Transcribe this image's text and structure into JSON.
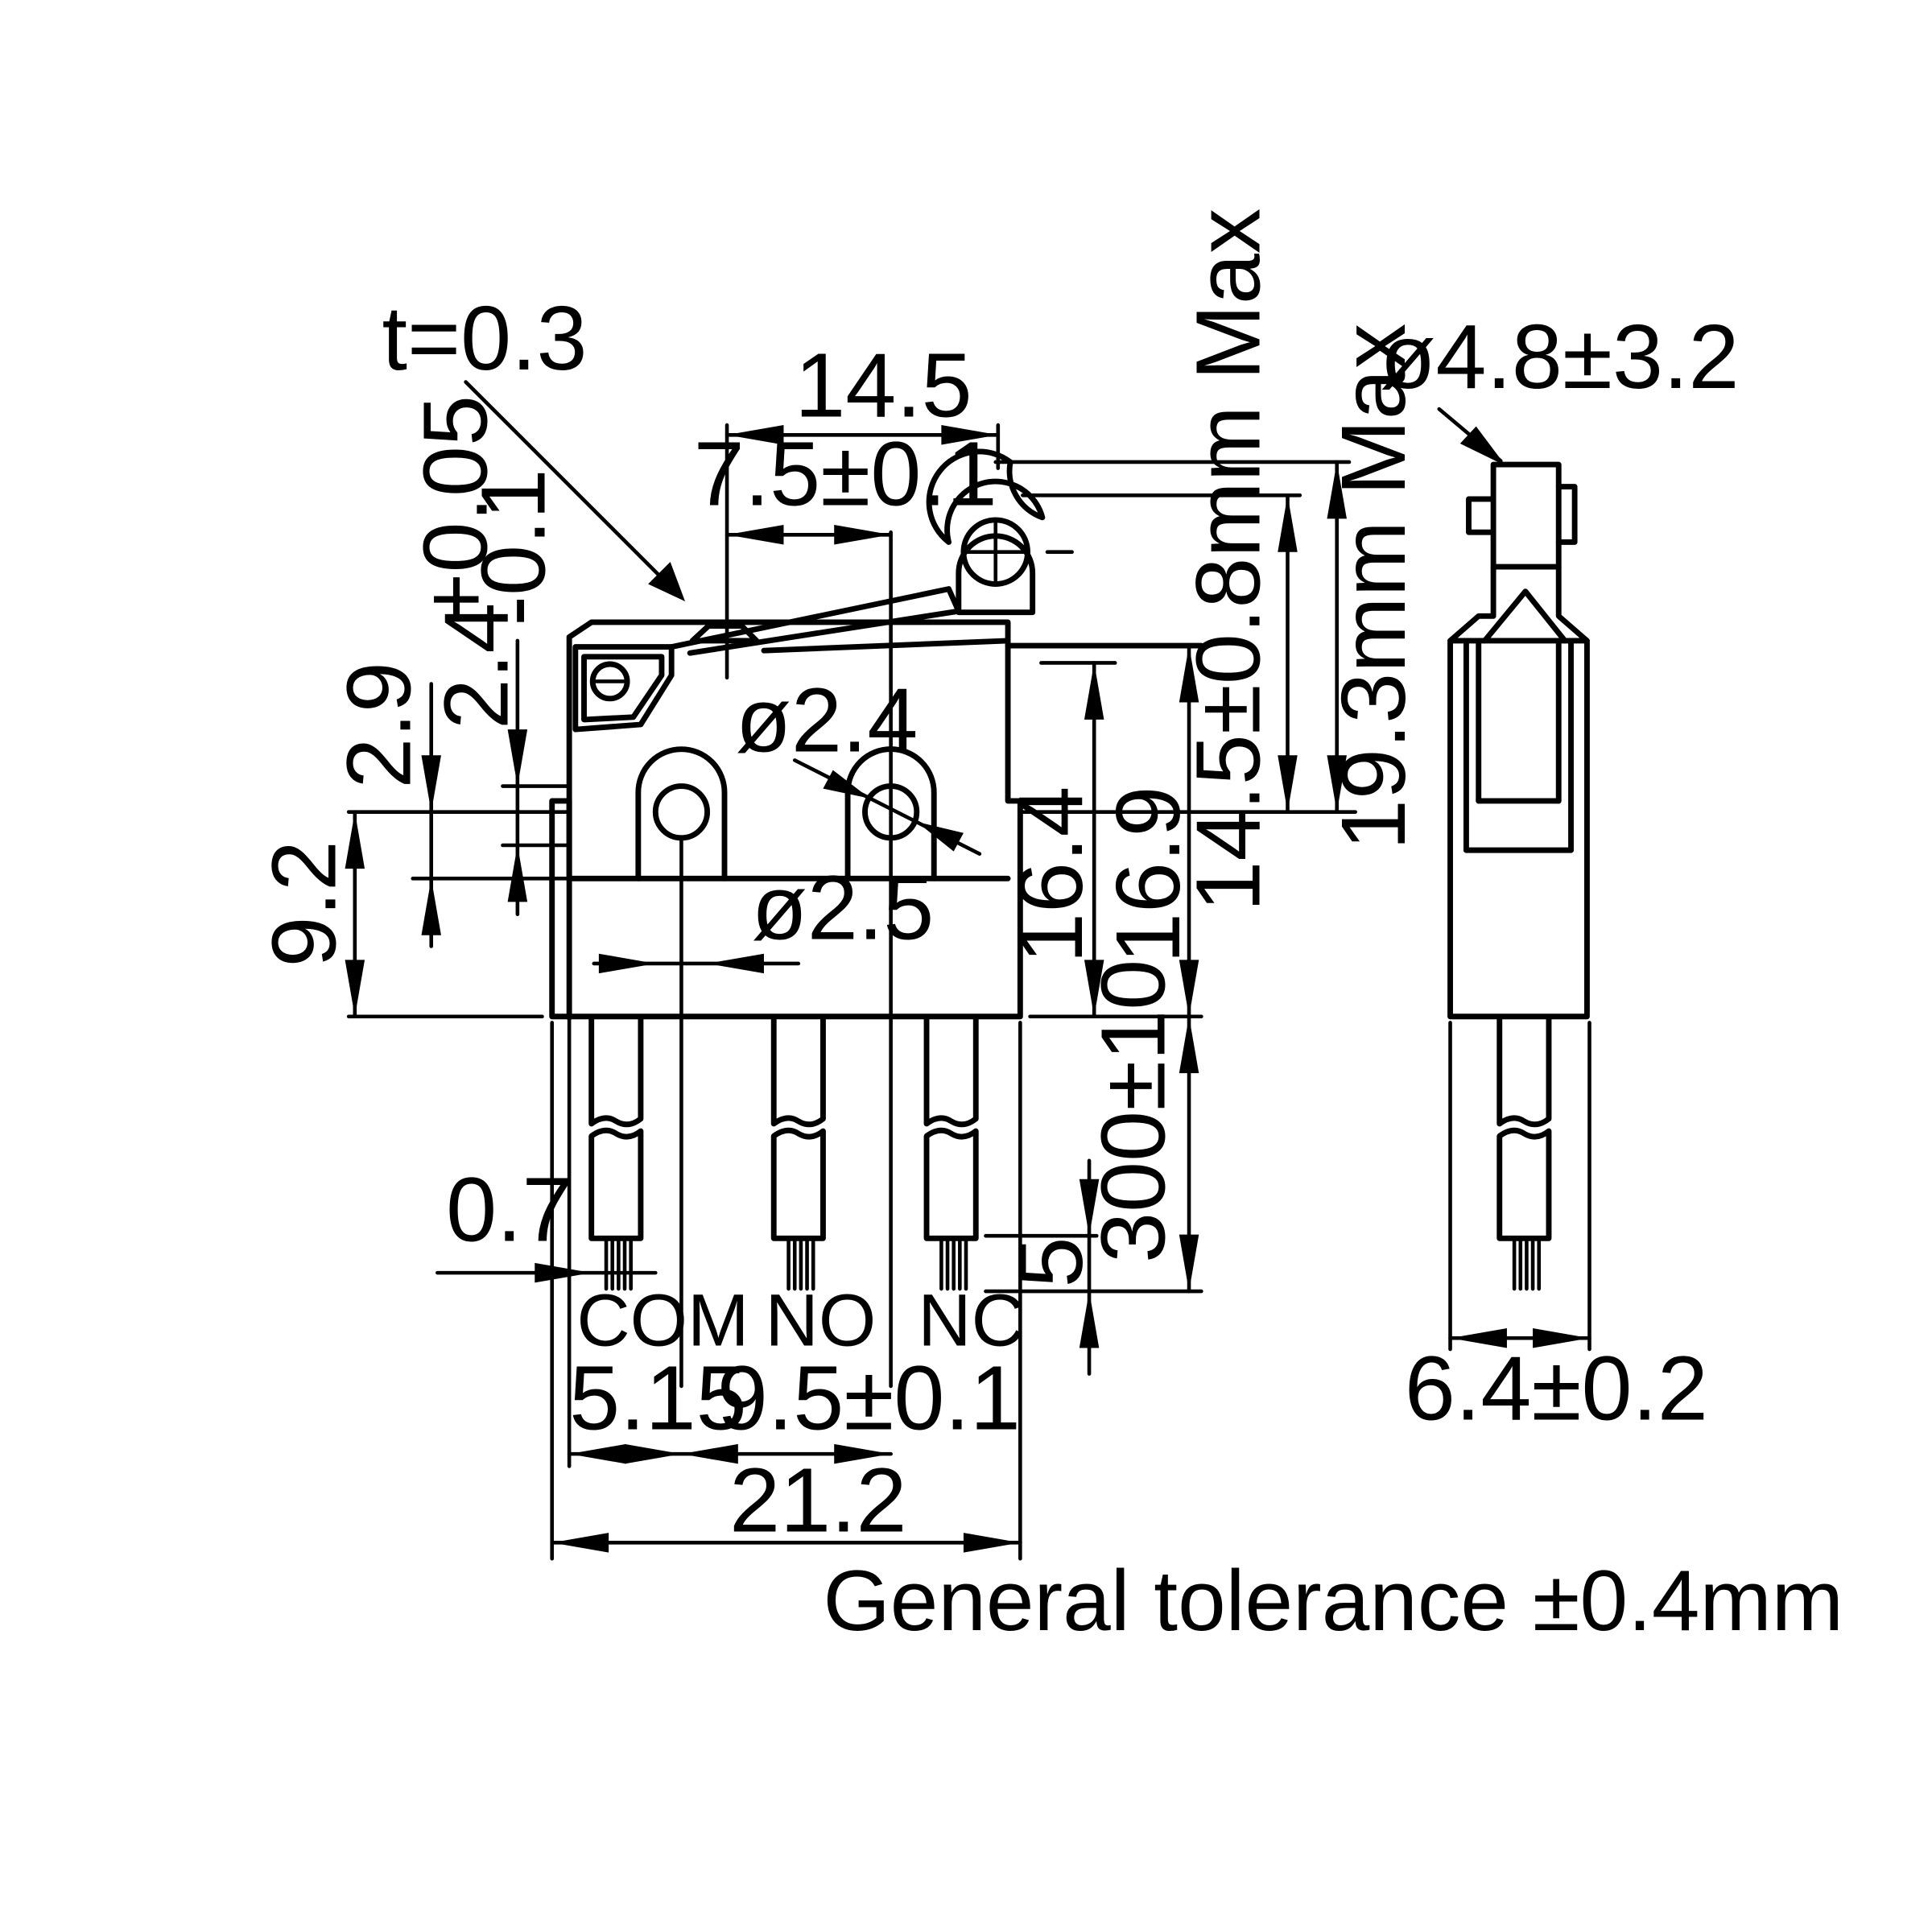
{
  "drawing": {
    "dimensions": {
      "actuator_thickness": "t=0.3",
      "roller_position": "14.5",
      "actuator_pivot": "7.5±0.1",
      "pivot_height_main": "2.4",
      "pivot_height_tol_upper": "+0.05",
      "pivot_height_tol_lower": "-0.1",
      "mounting_hole_upper": "2.9",
      "mounting_hole_offset": "9.2",
      "hole_diameter_no": "ø2.4",
      "hole_diameter_com": "ø2.5",
      "body_height": "16.4",
      "actuator_top_height": "16.9",
      "free_position": "14.5±0.8mm Max",
      "overall_height": "19.3mm Max",
      "wire_length": "300±10",
      "strip_length": "5",
      "wire_core": "0.7",
      "com_offset": "5.15",
      "hole_spacing": "9.5±0.1",
      "body_width": "21.2",
      "roller_diameter": "ø4.8±3.2",
      "body_thickness": "6.4±0.2"
    },
    "terminals": [
      "COM",
      "NO",
      "NC"
    ],
    "note": "General tolerance ±0.4mm"
  }
}
